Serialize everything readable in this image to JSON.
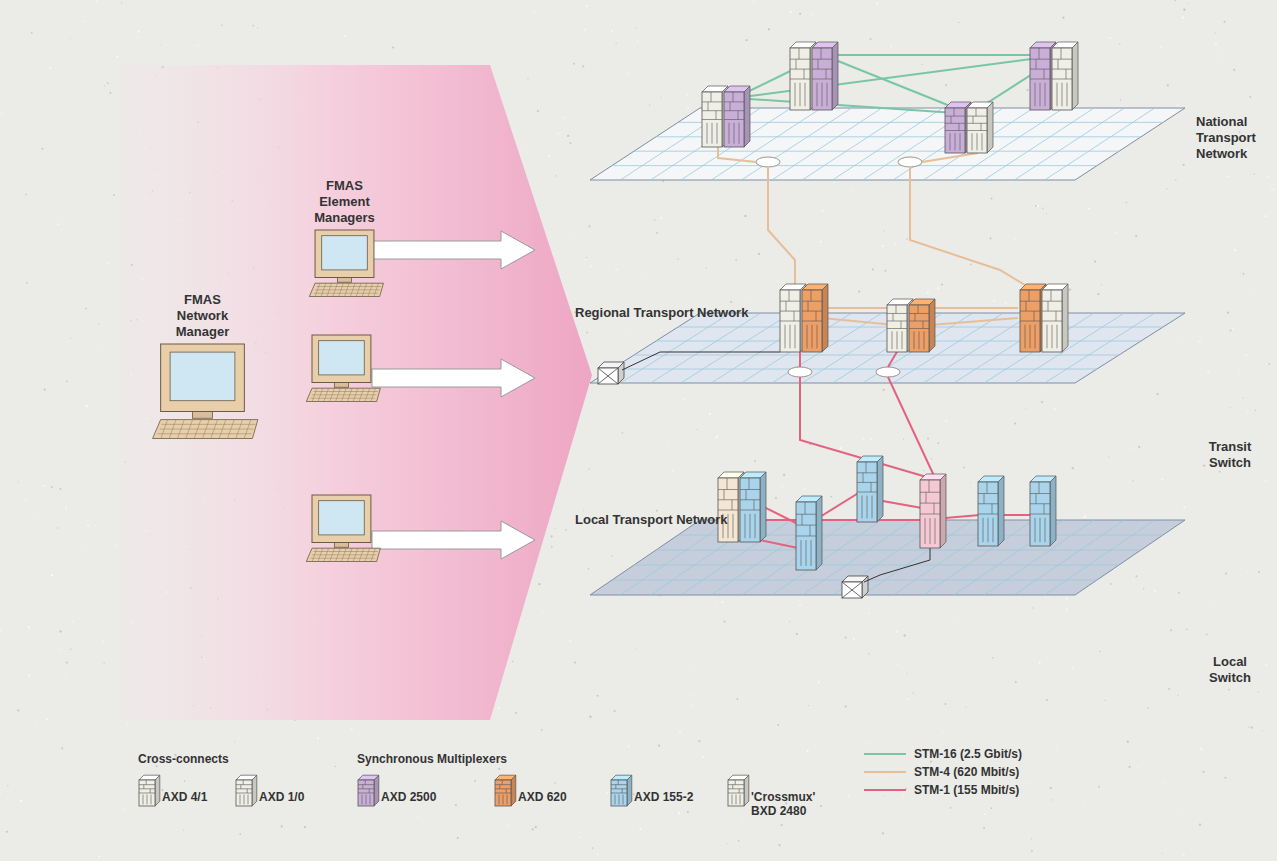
{
  "diagram": {
    "nodes": [
      {
        "text": [
          "FMAS Network Manager"
        ]
      },
      {
        "text": [
          "FMAS Element Managers"
        ]
      },
      {
        "text": [
          "National Transport Network"
        ]
      },
      {
        "text": [
          "Regional Transport Network"
        ]
      },
      {
        "text": [
          "Transit Switch"
        ],
        "in": 3
      },
      {
        "text": [
          "Local Transport Network"
        ]
      },
      {
        "text": [
          "Local Switch"
        ],
        "in": 5
      }
    ],
    "labels": [
      "Cross-connects",
      "Synchronous Multiplexers"
    ],
    "legend": [
      {
        "text": "AXD 4/1"
      },
      {
        "text": "AXD 1/0"
      },
      {
        "text": "AXD 2500"
      },
      {
        "text": "AXD 620"
      },
      {
        "text": "AXD 155-2"
      },
      {
        "text": "'Crossmux' BXD 2480"
      },
      {
        "text": "STM-16 (2.5 Gbit/s)"
      },
      {
        "text": "STM-4 (620 Mbit/s)"
      },
      {
        "text": "STM-1 (155 Mbit/s)"
      }
    ]
  }
}
